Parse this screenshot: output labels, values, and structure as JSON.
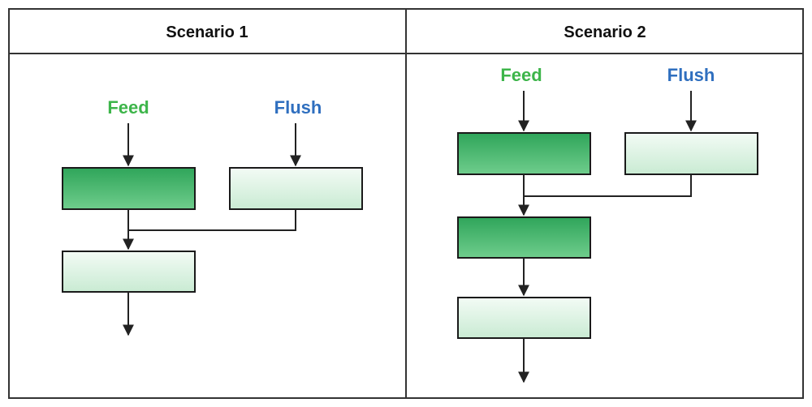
{
  "colors": {
    "feed_label": "#3db54a",
    "flush_label": "#2f6fbf",
    "dark_box_top": "#2fa55a",
    "dark_box_bottom": "#6fcd8c",
    "light_box_top": "#f3fbf5",
    "light_box_bottom": "#c9ebd3",
    "border": "#1a1a1a"
  },
  "scenario1": {
    "header": "Scenario 1",
    "feed_label": "Feed",
    "flush_label": "Flush"
  },
  "scenario2": {
    "header": "Scenario 2",
    "feed_label": "Feed",
    "flush_label": "Flush"
  }
}
